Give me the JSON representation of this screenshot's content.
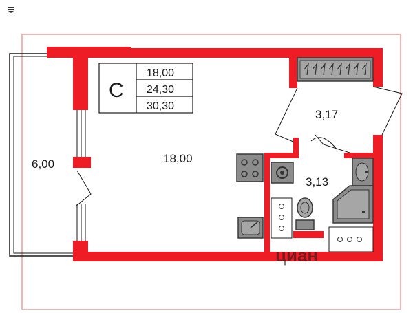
{
  "app_icon": "stack-icon",
  "colors": {
    "wall": "#ee1c25",
    "wall_light": "#f5b3b5",
    "fixture_fill": "#8c8c8c",
    "fixture_stroke": "#3a3a3a",
    "line": "#1a1a1a",
    "background": "#ffffff",
    "watermark": "#d9d9d9"
  },
  "summary": {
    "type_letter": "С",
    "living_area": "18,00",
    "kitchen_area": "24,30",
    "total_area": "30,30"
  },
  "rooms": {
    "balcony": "6,00",
    "main": "18,00",
    "hall": "3,17",
    "bathroom": "3,13"
  },
  "watermark": "циан",
  "fixtures": [
    "wardrobe-icon",
    "cooktop-icon",
    "sink-icon",
    "washing-machine-icon",
    "toilet-icon",
    "shower-icon",
    "washbasin-icon"
  ]
}
